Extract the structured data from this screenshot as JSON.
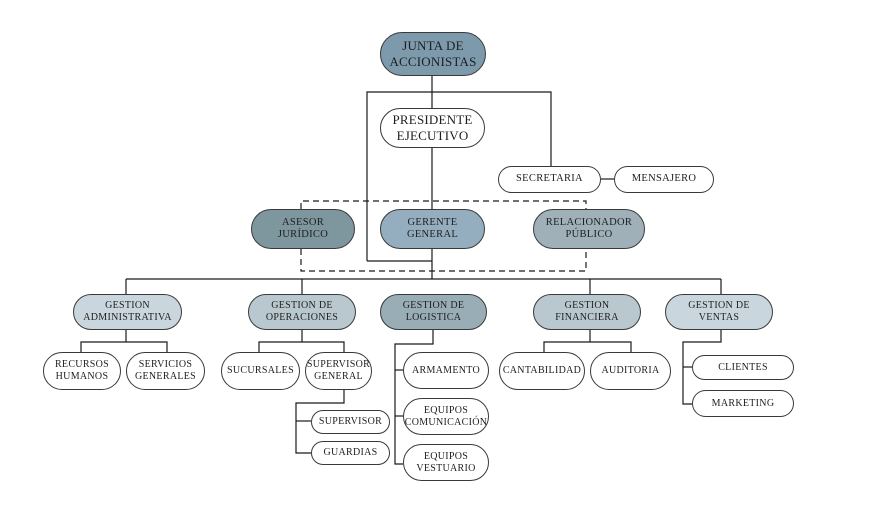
{
  "title": "Organigrama",
  "colors": {
    "junta": "#7d9aad",
    "gerente": "#95aebf",
    "asesor": "#7e969e",
    "relacionador": "#9fb0b8",
    "administrativa": "#c9d6de",
    "operaciones": "#b9c8cf",
    "logistica": "#98adb6",
    "financiera": "#b9c8cf",
    "ventas": "#c9d6de",
    "plain": "#ffffff",
    "line": "#1a1a1a"
  },
  "nodes": {
    "junta": "JUNTA DE\nACCIONISTAS",
    "presidente": "PRESIDENTE\nEJECUTIVO",
    "secretaria": "SECRETARIA",
    "mensajero": "MENSAJERO",
    "asesor": "ASESOR\nJURÍDICO",
    "gerente": "GERENTE\nGENERAL",
    "relacionador": "RELACIONADOR\nPÚBLICO",
    "administrativa": "GESTION\nADMINISTRATIVA",
    "operaciones": "GESTION DE\nOPERACIONES",
    "logistica": "GESTION DE\nLOGISTICA",
    "financiera": "GESTION\nFINANCIERA",
    "ventas": "GESTION DE\nVENTAS",
    "recursos_humanos": "RECURSOS\nHUMANOS",
    "servicios_generales": "SERVICIOS\nGENERALES",
    "sucursales": "SUCURSALES",
    "supervisor_general": "SUPERVISOR\nGENERAL",
    "supervisor": "SUPERVISOR",
    "guardias": "GUARDIAS",
    "armamento": "ARMAMENTO",
    "equipos_comunicacion": "EQUIPOS\nCOMUNICACIÓN",
    "equipos_vestuario": "EQUIPOS\nVESTUARIO",
    "cantabilidad": "CANTABILIDAD",
    "auditoria": "AUDITORIA",
    "clientes": "CLIENTES",
    "marketing": "MARKETING"
  }
}
